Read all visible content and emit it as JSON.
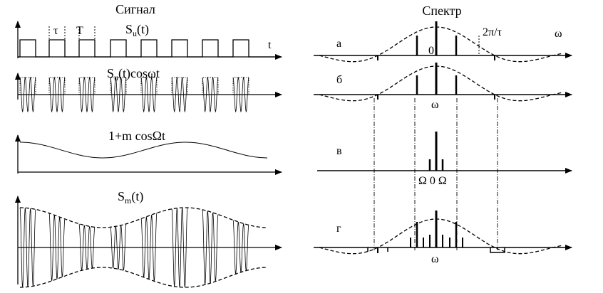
{
  "headers": {
    "signal": "Сигнал",
    "spectrum": "Спектр"
  },
  "left": {
    "p1": {
      "tau": "τ",
      "T": "T",
      "S": "S",
      "sub": "u",
      "arg": "(t)",
      "t": "t"
    },
    "p2": {
      "S": "S",
      "sub": "u",
      "arg": "(t)cosωt"
    },
    "p3": {
      "label": "1+m cosΩt"
    },
    "p4": {
      "S": "S",
      "sub": "m",
      "arg": "(t)"
    }
  },
  "right": {
    "a": {
      "letter": "а",
      "zero": "0",
      "period": "2π/τ",
      "omega": "ω"
    },
    "b": {
      "letter": "б",
      "omega": "ω"
    },
    "v": {
      "letter": "в",
      "bottom": "Ω 0 Ω"
    },
    "g": {
      "letter": "г",
      "omega": "ω"
    }
  }
}
